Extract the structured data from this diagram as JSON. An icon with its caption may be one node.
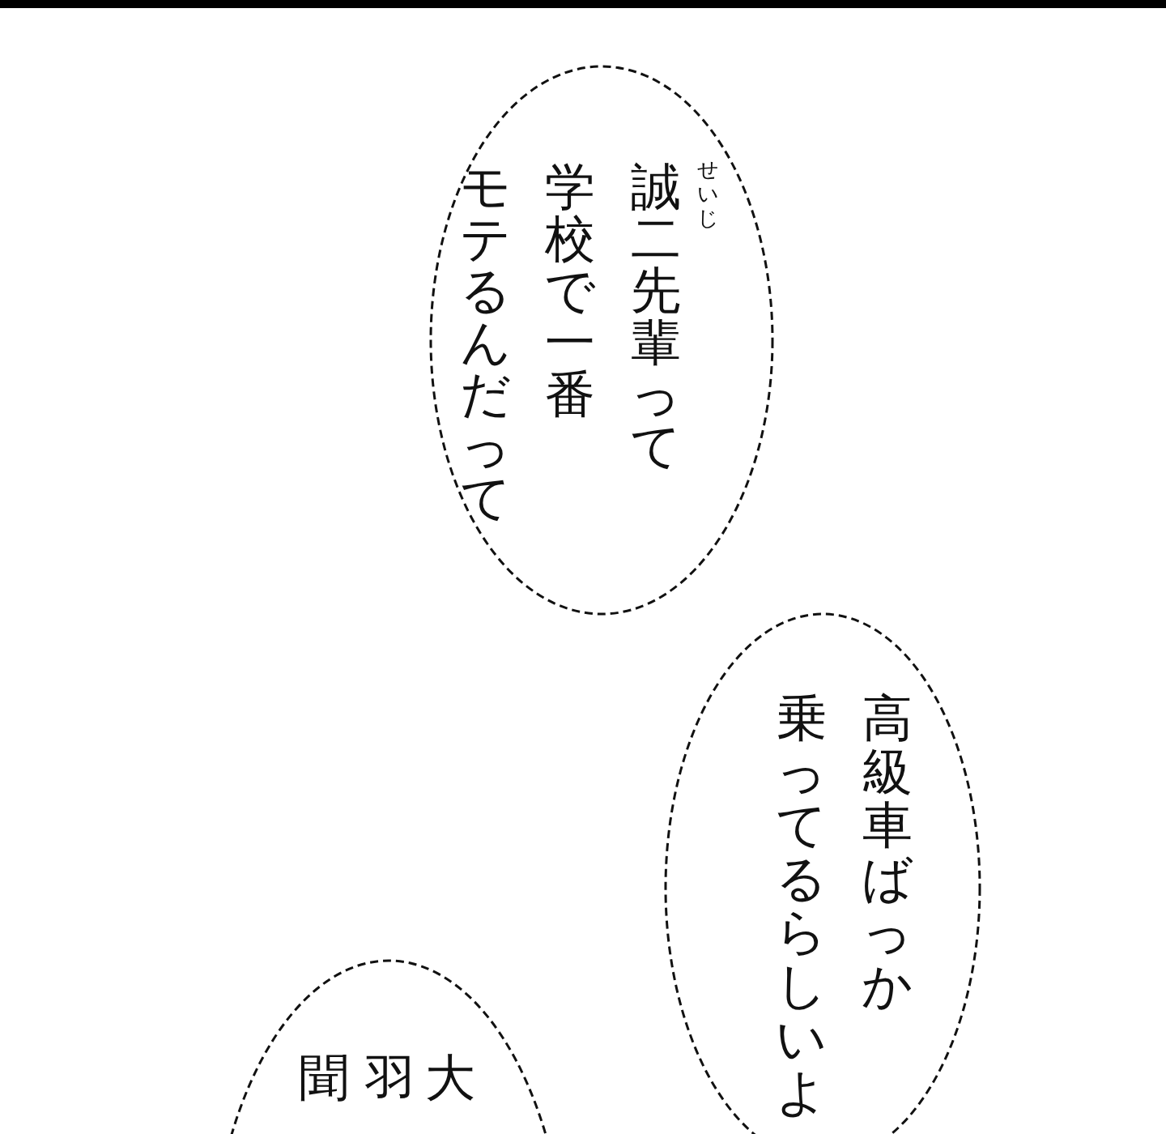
{
  "diagram": {
    "nodes": [
      {
        "text": [
          "誠二先輩って学校で一番モテるんだって",
          "せいじ"
        ]
      },
      {
        "text": [
          "高級車ばっか乗ってるらしいよ"
        ]
      },
      {
        "text": [
          "大羽聞"
        ]
      }
    ]
  }
}
